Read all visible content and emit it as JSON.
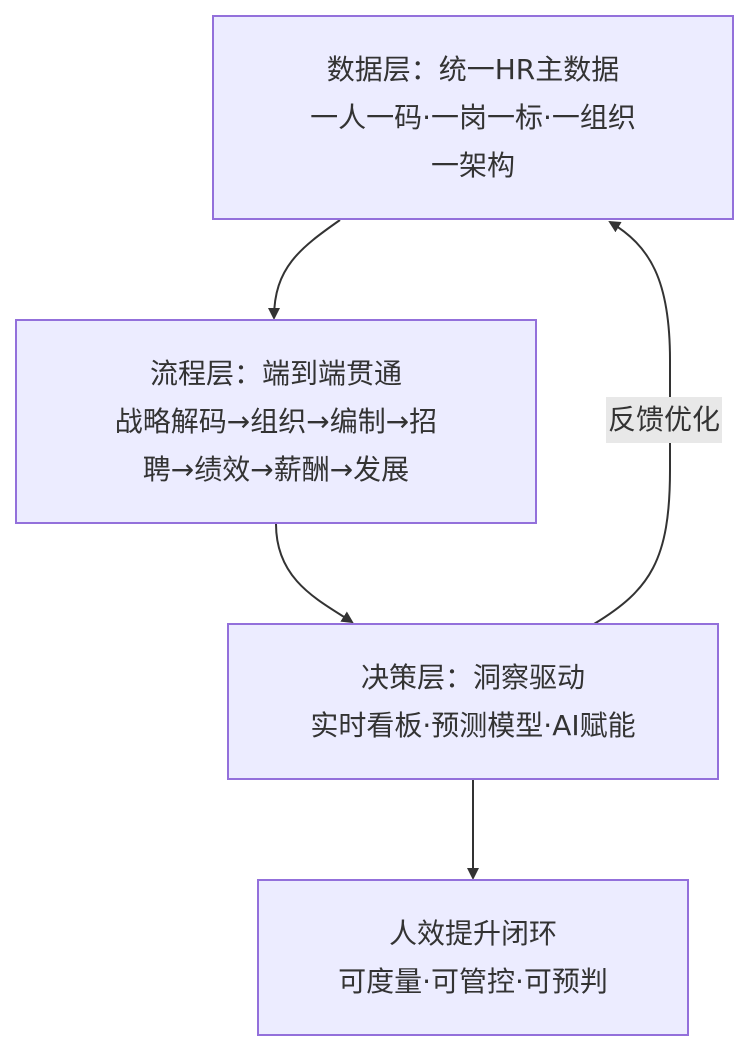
{
  "diagram": {
    "nodes": {
      "data_layer": {
        "lines": [
          "数据层：统一HR主数据",
          "一人一码·一岗一标·一组织",
          "一架构"
        ]
      },
      "process_layer": {
        "lines": [
          "流程层：端到端贯通",
          "战略解码→组织→编制→招",
          "聘→绩效→薪酬→发展"
        ]
      },
      "decision_layer": {
        "lines": [
          "决策层：洞察驱动",
          "实时看板·预测模型·AI赋能"
        ]
      },
      "outcome": {
        "lines": [
          "人效提升闭环",
          "可度量·可管控·可预判"
        ]
      }
    },
    "edges": {
      "feedback_label": "反馈优化"
    },
    "colors": {
      "node_fill": "#ececff",
      "node_border": "#9370db",
      "edge": "#333333",
      "label_bg": "#e8e8e8"
    }
  }
}
